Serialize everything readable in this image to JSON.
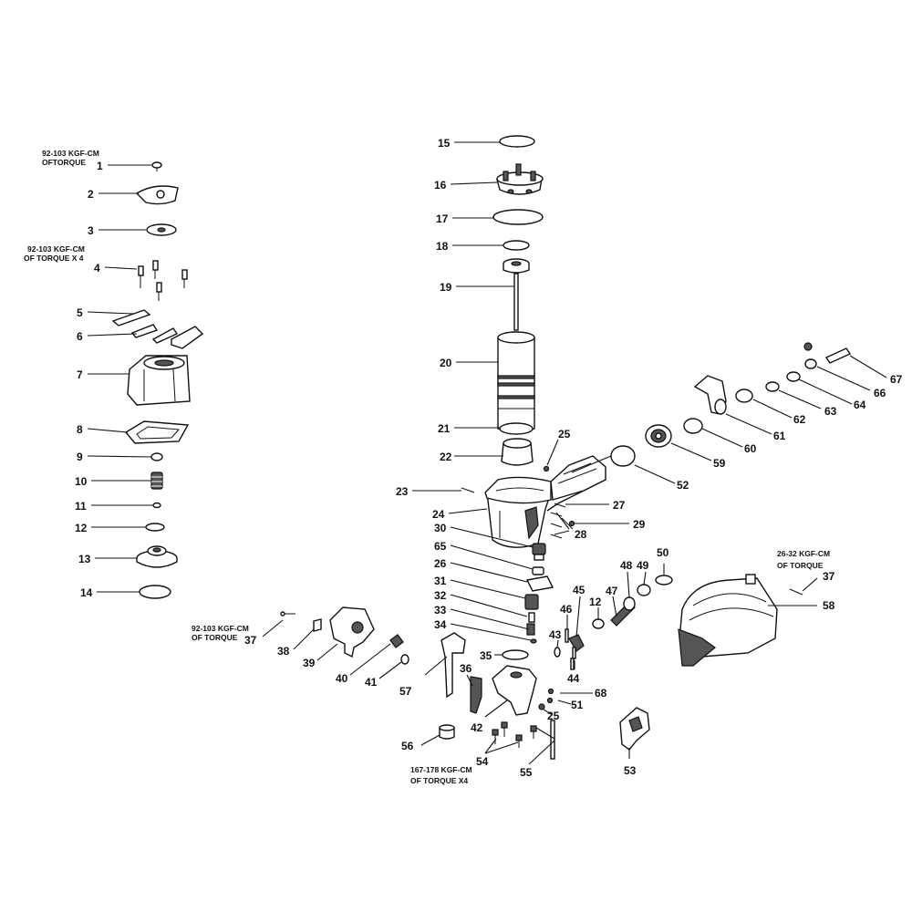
{
  "torque_notes": {
    "n1_line1": "92-103 KGF-CM",
    "n1_line2": "OFTORQUE",
    "n2_line1": "92-103 KGF-CM",
    "n2_line2": "OF TORQUE X 4",
    "n3_line1": "92-103 KGF-CM",
    "n3_line2": "OF TORQUE",
    "n4_line1": "26-32 KGF-CM",
    "n4_line2": "OF TORQUE",
    "n5_line1": "167-178 KGF-CM",
    "n5_line2": "OF TORQUE X4"
  },
  "labels": {
    "p1": "1",
    "p2": "2",
    "p3": "3",
    "p4": "4",
    "p5": "5",
    "p6": "6",
    "p7": "7",
    "p8": "8",
    "p9": "9",
    "p10": "10",
    "p11": "11",
    "p12a": "12",
    "p12b": "12",
    "p13": "13",
    "p14": "14",
    "p15": "15",
    "p16": "16",
    "p17": "17",
    "p18": "18",
    "p19": "19",
    "p20": "20",
    "p21": "21",
    "p22": "22",
    "p23": "23",
    "p24": "24",
    "p25a": "25",
    "p25b": "25",
    "p26": "26",
    "p27": "27",
    "p28": "28",
    "p29": "29",
    "p30": "30",
    "p31": "31",
    "p32": "32",
    "p33": "33",
    "p34": "34",
    "p35": "35",
    "p36": "36",
    "p37a": "37",
    "p37b": "37",
    "p38": "38",
    "p39": "39",
    "p40": "40",
    "p41": "41",
    "p42": "42",
    "p43": "43",
    "p44": "44",
    "p45": "45",
    "p46": "46",
    "p47": "47",
    "p48": "48",
    "p49": "49",
    "p50": "50",
    "p51": "51",
    "p52": "52",
    "p53": "53",
    "p54": "54",
    "p55": "55",
    "p56": "56",
    "p57": "57",
    "p58": "58",
    "p59": "59",
    "p60": "60",
    "p61": "61",
    "p62": "62",
    "p63": "63",
    "p64": "64",
    "p65": "65",
    "p66": "66",
    "p67": "67",
    "p68": "68"
  }
}
